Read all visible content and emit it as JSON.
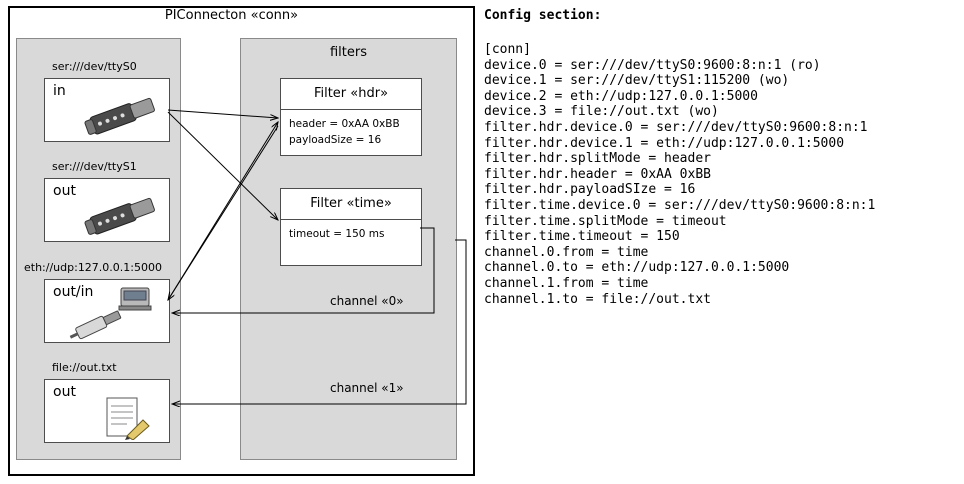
{
  "diagram": {
    "outer_title": "PIConnecton «conn»",
    "groups": {
      "left_title": "",
      "right_title": "filters"
    },
    "devices": [
      {
        "caption": "ser:///dev/ttyS0",
        "label": "in",
        "icon": "serial-port-icon"
      },
      {
        "caption": "ser:///dev/ttyS1",
        "label": "out",
        "icon": "serial-port-icon"
      },
      {
        "caption": "eth://udp:127.0.0.1:5000",
        "label": "out/in",
        "icon": "network-plug-icon"
      },
      {
        "caption": "file://out.txt",
        "label": "out",
        "icon": "text-file-icon"
      }
    ],
    "filters": [
      {
        "title": "Filter «hdr»",
        "lines": [
          "header = 0xAA 0xBB",
          "payloadSize = 16"
        ]
      },
      {
        "title": "Filter «time»",
        "lines": [
          "timeout = 150 ms"
        ]
      }
    ],
    "channels": [
      {
        "label": "channel «0»"
      },
      {
        "label": "channel «1»"
      }
    ]
  },
  "config": {
    "title": "Config section:",
    "text": "[conn]\ndevice.0 = ser:///dev/ttyS0:9600:8:n:1 (ro)\ndevice.1 = ser:///dev/ttyS1:115200 (wo)\ndevice.2 = eth://udp:127.0.0.1:5000\ndevice.3 = file://out.txt (wo)\nfilter.hdr.device.0 = ser:///dev/ttyS0:9600:8:n:1\nfilter.hdr.device.1 = eth://udp:127.0.0.1:5000\nfilter.hdr.splitMode = header\nfilter.hdr.header = 0xAA 0xBB\nfilter.hdr.payloadSIze = 16\nfilter.time.device.0 = ser:///dev/ttyS0:9600:8:n:1\nfilter.time.splitMode = timeout\nfilter.time.timeout = 150\nchannel.0.from = time\nchannel.0.to = eth://udp:127.0.0.1:5000\nchannel.1.from = time\nchannel.1.to = file://out.txt"
  },
  "colors": {
    "group_fill": "#d9d9d9",
    "node_fill": "#ffffff",
    "stroke": "#000000"
  }
}
